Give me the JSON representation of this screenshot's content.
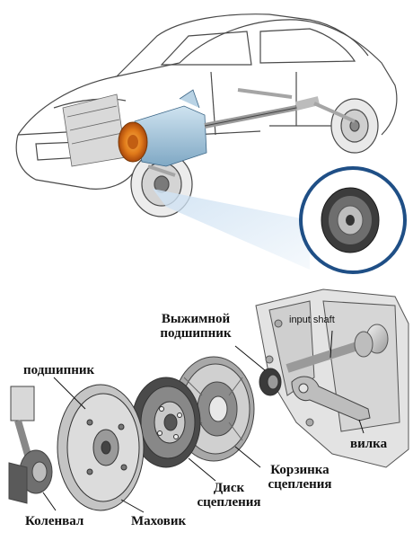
{
  "labels": {
    "release_bearing_line1": "Выжимной",
    "release_bearing_line2": "подшипник",
    "input_shaft": "input shaft",
    "pilot_bearing": "подшипник",
    "fork": "вилка",
    "pressure_plate_line1": "Корзинка",
    "pressure_plate_line2": "сцепления",
    "clutch_disc_line1": "Диск",
    "clutch_disc_line2": "сцепления",
    "crankshaft": "Коленвал",
    "flywheel": "Маховик"
  },
  "colors": {
    "clutch_highlight": "#e07a1a",
    "gearbox_blue": "#9fc3da",
    "inset_ring": "#1f4f86",
    "line_art": "#333333"
  }
}
